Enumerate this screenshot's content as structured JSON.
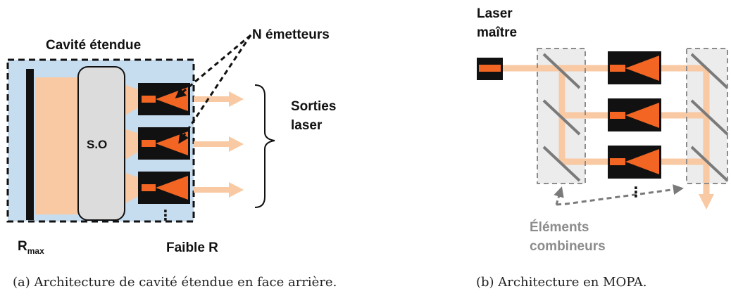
{
  "panel_a": {
    "title": "Cavité étendue",
    "emitters_label": "N émetteurs",
    "so_label": "S.O",
    "outputs_label_line1": "Sorties",
    "outputs_label_line2": "laser",
    "rmax_main": "R",
    "rmax_sub": "max",
    "low_r_label": "Faible R",
    "dots": "⋮",
    "caption": "(a)  Architecture de cavité étendue en face arrière."
  },
  "panel_b": {
    "master_line1": "Laser",
    "master_line2": "maître",
    "combiners_line1": "Éléments",
    "combiners_line2": "combineurs",
    "dots": "⋮",
    "caption": "(b)  Architecture en MOPA."
  },
  "colors": {
    "beam": "#f8c9a3",
    "emitter_orange": "#f26522",
    "emitter_body": "#111111",
    "cavity_bg": "#c6dcef",
    "combiner_bg": "#ececec",
    "mirror": "#7a7a7a"
  }
}
